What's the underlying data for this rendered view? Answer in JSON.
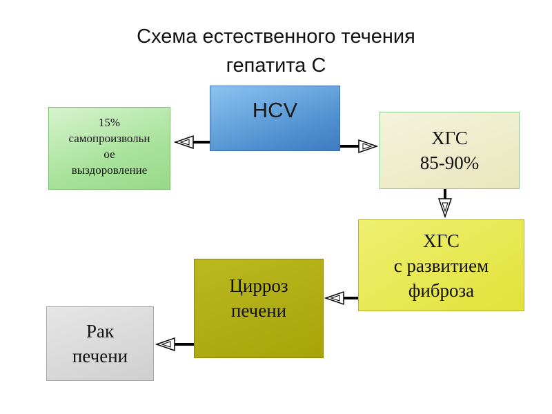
{
  "title": {
    "line1": "Схема естественного течения",
    "line2": "гепатита С"
  },
  "nodes": {
    "hcv": {
      "label": "HCV",
      "color": "#5b9bd5"
    },
    "recovery": {
      "lines": [
        "15%",
        "самопроизвольн",
        "ое",
        "выздоровление"
      ],
      "color": "#a8e29a"
    },
    "chc": {
      "lines": [
        "ХГС",
        "85-90%"
      ],
      "color": "#e9e7bd"
    },
    "fibrosis": {
      "lines": [
        "ХГС",
        "с развитием",
        "фиброза"
      ],
      "color": "#e6e64a"
    },
    "cirrhosis": {
      "lines": [
        "Цирроз",
        "печени"
      ],
      "color": "#aaa70e"
    },
    "cancer": {
      "lines": [
        "Рак",
        "печени"
      ],
      "color": "#d9d9d9"
    }
  },
  "edges": [
    {
      "from": "hcv",
      "to": "recovery"
    },
    {
      "from": "hcv",
      "to": "chc"
    },
    {
      "from": "chc",
      "to": "fibrosis"
    },
    {
      "from": "fibrosis",
      "to": "cirrhosis"
    },
    {
      "from": "cirrhosis",
      "to": "cancer"
    }
  ]
}
